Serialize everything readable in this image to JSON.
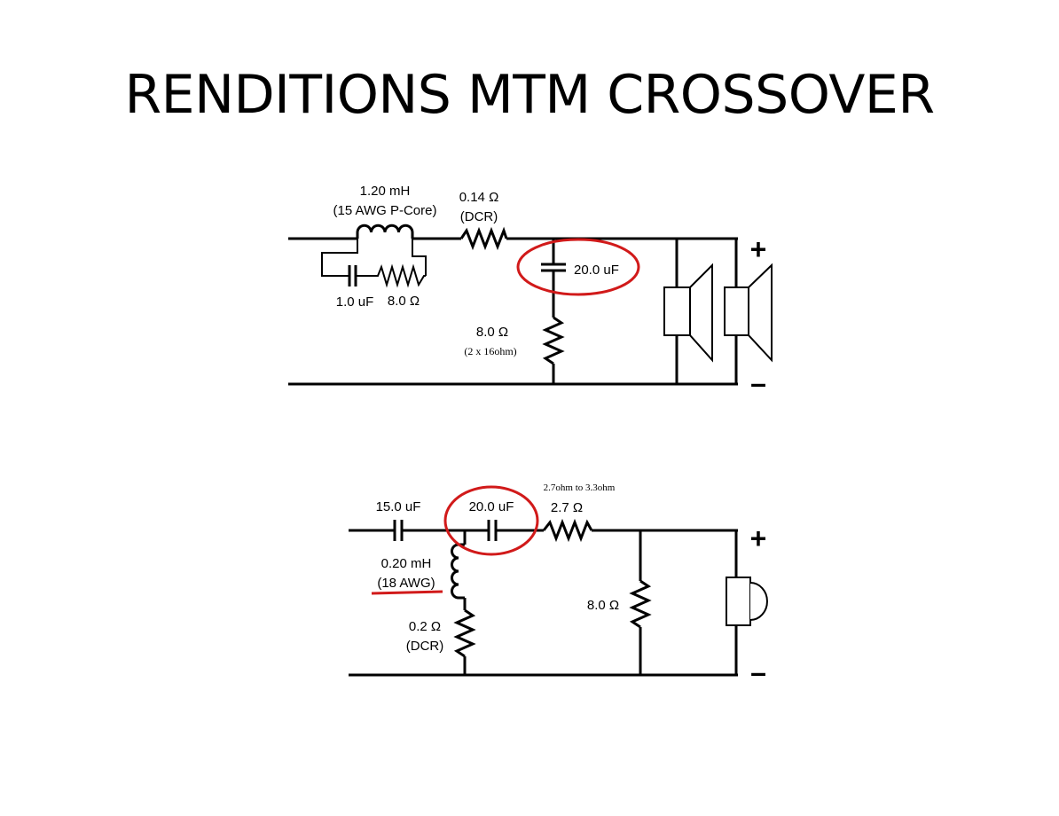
{
  "title": "RENDITIONS MTM CROSSOVER",
  "colors": {
    "wire": "#000000",
    "highlight": "#d11a1a",
    "background": "#ffffff"
  },
  "woofer_circuit": {
    "inductor_value": "1.20 mH",
    "inductor_note": "(15 AWG P-Core)",
    "dcr_value": "0.14 Ω",
    "dcr_note": "(DCR)",
    "notch_cap": "1.0 uF",
    "notch_res": "8.0 Ω",
    "shunt_cap": "20.0 uF",
    "shunt_res": "8.0 Ω",
    "shunt_res_note": "(2 x 16ohm)",
    "plus": "+",
    "minus": "–"
  },
  "tweeter_circuit": {
    "cap1": "15.0 uF",
    "cap2": "20.0 uF",
    "series_res_note": "2.7ohm to 3.3ohm",
    "series_res": "2.7 Ω",
    "inductor_value": "0.20 mH",
    "inductor_note": "(18 AWG)",
    "dcr_value": "0.2 Ω",
    "dcr_note": "(DCR)",
    "shunt_res": "8.0 Ω",
    "plus": "+",
    "minus": "–"
  }
}
